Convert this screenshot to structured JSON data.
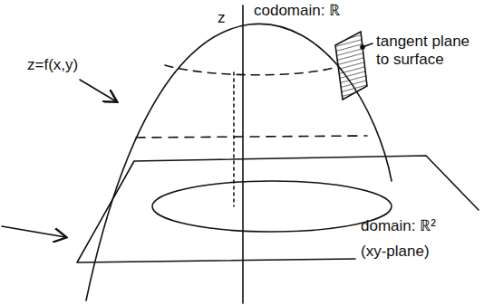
{
  "diagram": {
    "labels": [
      "z",
      "codomain: ℝ",
      "z=f(x,y)",
      "tangent plane to surface",
      "domain: ℝ²",
      "(xy-plane)"
    ]
  }
}
